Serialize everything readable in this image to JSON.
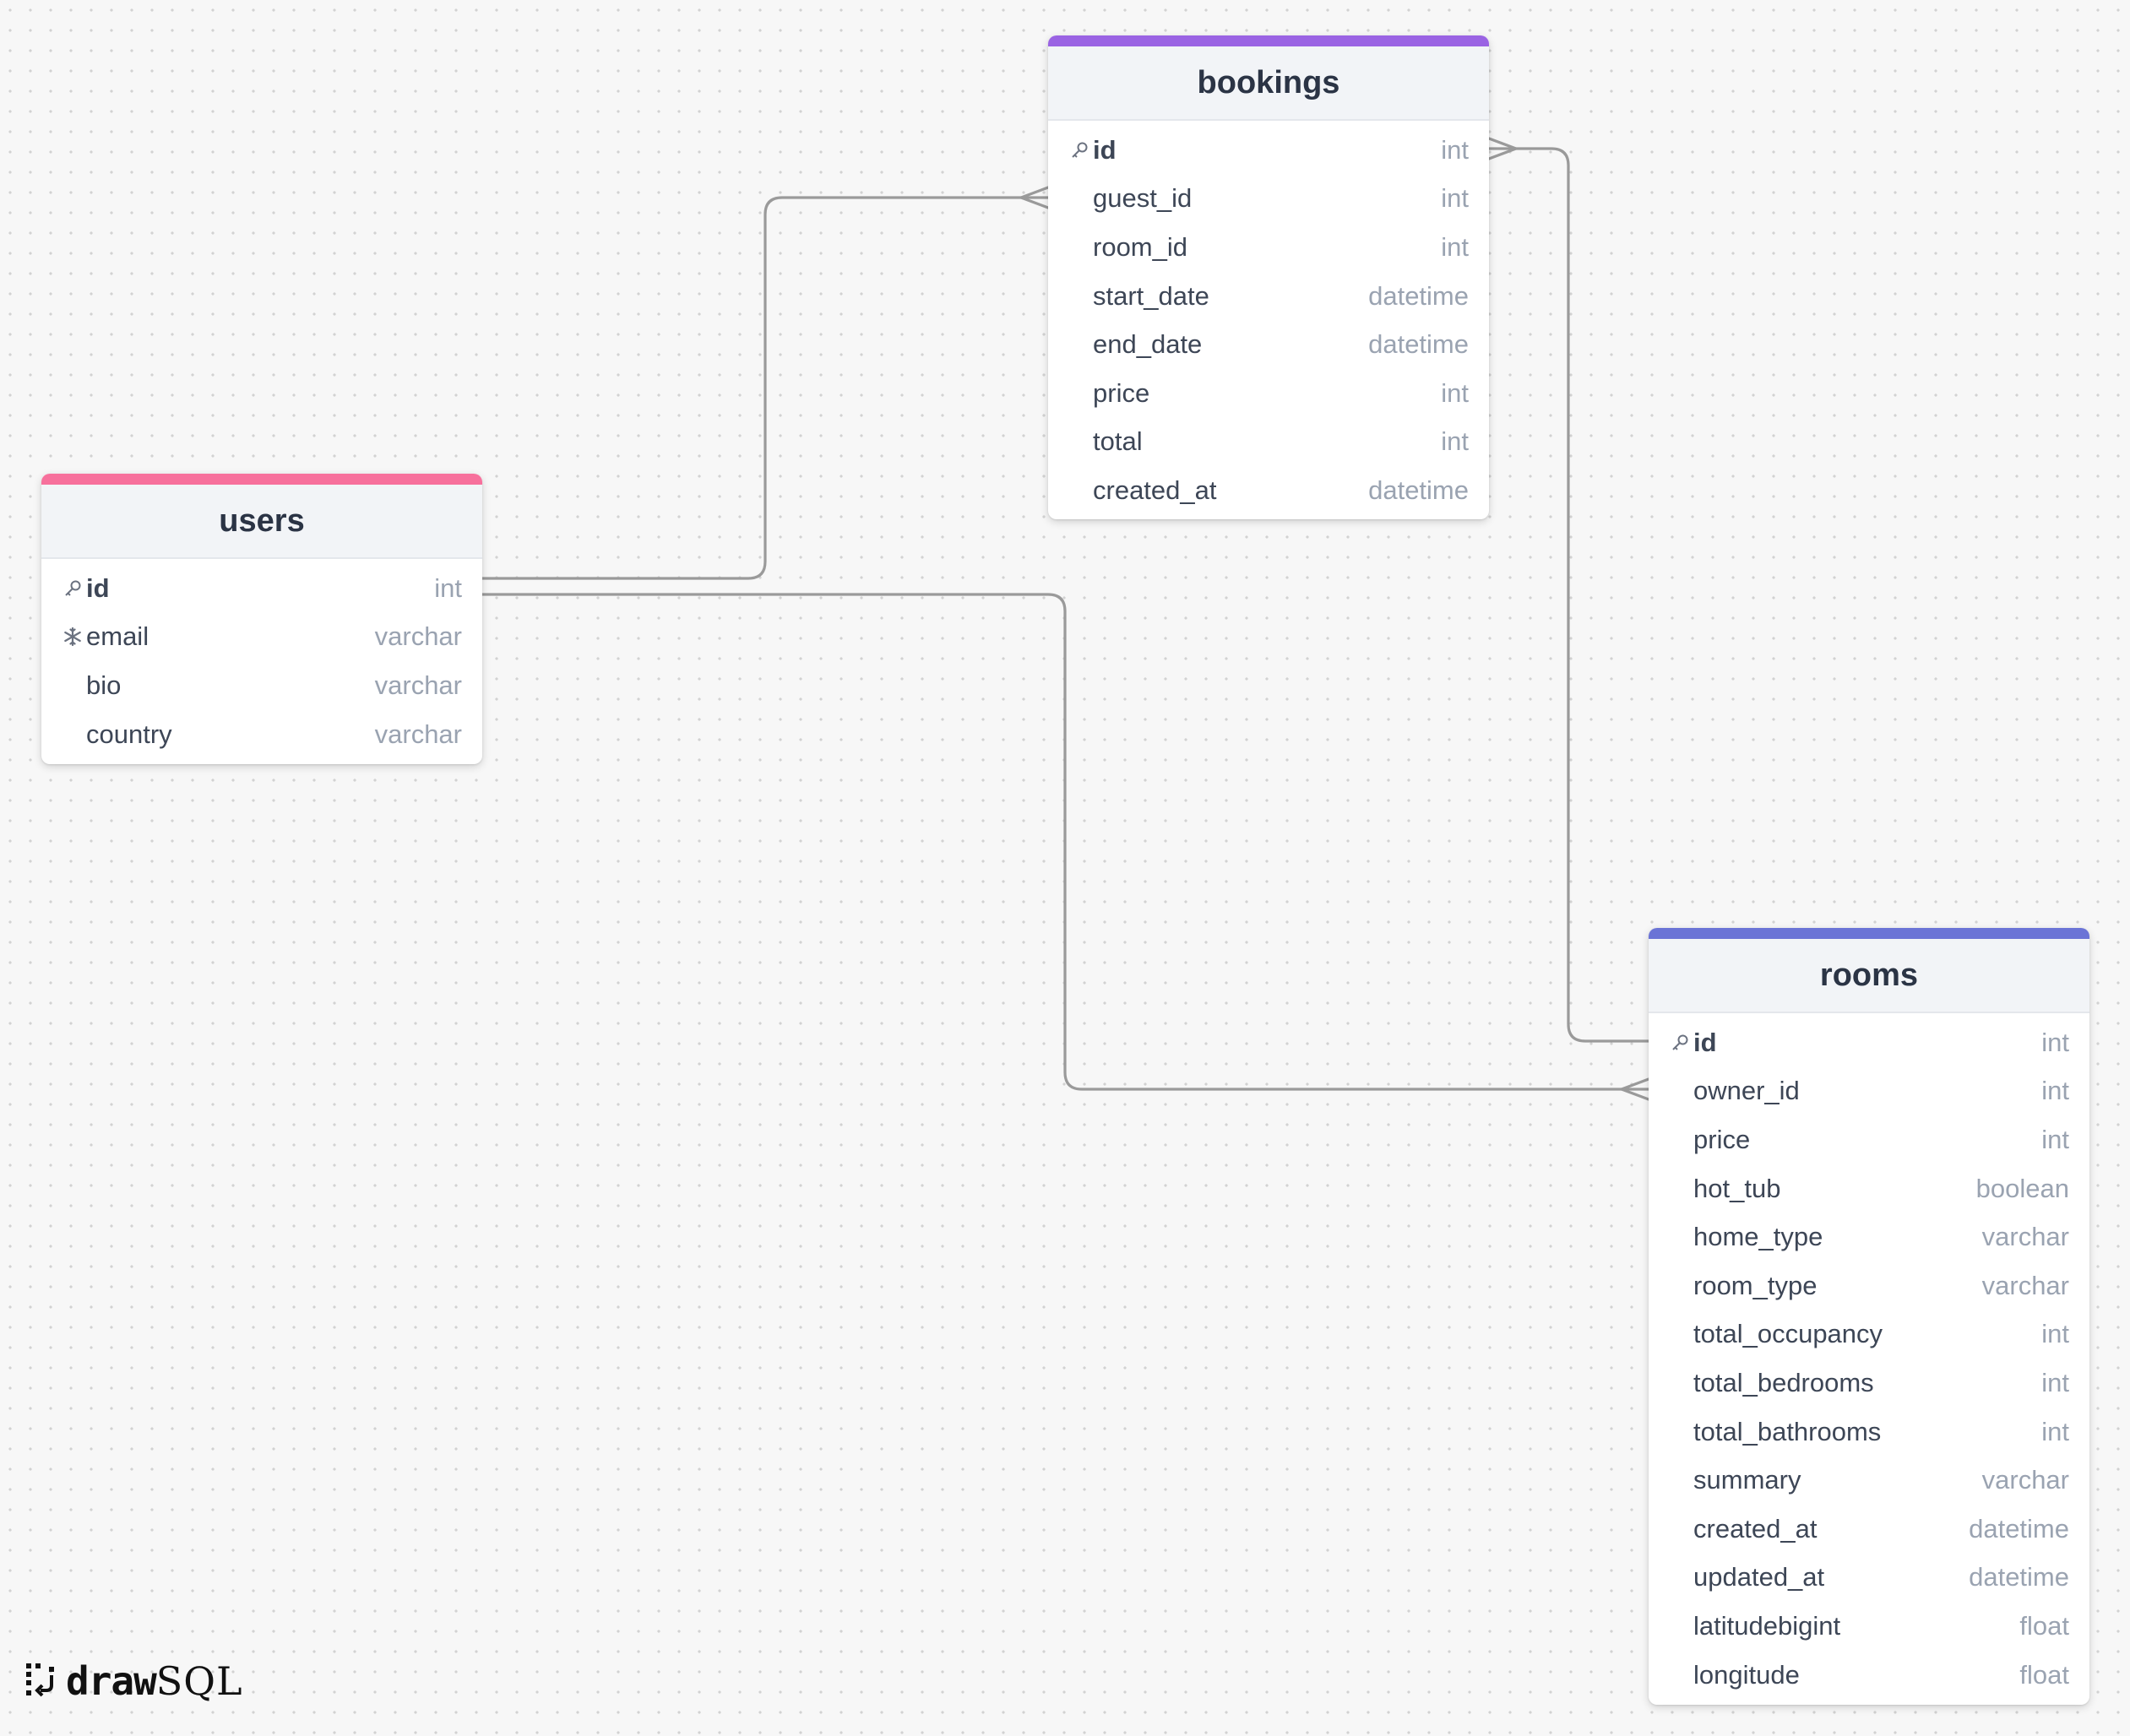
{
  "app": {
    "brand_draw": "draw",
    "brand_sql": "SQL"
  },
  "colors": {
    "users_accent": "#f7709c",
    "bookings_accent": "#9a63e3",
    "rooms_accent": "#6b74d6",
    "connector": "#9a9a9a",
    "canvas_background": "#f7f7f7"
  },
  "tables": {
    "bookings": {
      "name": "bookings",
      "columns": [
        {
          "name": "id",
          "type": "int",
          "icon": "key-icon"
        },
        {
          "name": "guest_id",
          "type": "int",
          "icon": ""
        },
        {
          "name": "room_id",
          "type": "int",
          "icon": ""
        },
        {
          "name": "start_date",
          "type": "datetime",
          "icon": ""
        },
        {
          "name": "end_date",
          "type": "datetime",
          "icon": ""
        },
        {
          "name": "price",
          "type": "int",
          "icon": ""
        },
        {
          "name": "total",
          "type": "int",
          "icon": ""
        },
        {
          "name": "created_at",
          "type": "datetime",
          "icon": ""
        }
      ]
    },
    "users": {
      "name": "users",
      "columns": [
        {
          "name": "id",
          "type": "int",
          "icon": "key-icon"
        },
        {
          "name": "email",
          "type": "varchar",
          "icon": "unique-snowflake-icon"
        },
        {
          "name": "bio",
          "type": "varchar",
          "icon": ""
        },
        {
          "name": "country",
          "type": "varchar",
          "icon": ""
        }
      ]
    },
    "rooms": {
      "name": "rooms",
      "columns": [
        {
          "name": "id",
          "type": "int",
          "icon": "key-icon"
        },
        {
          "name": "owner_id",
          "type": "int",
          "icon": ""
        },
        {
          "name": "price",
          "type": "int",
          "icon": ""
        },
        {
          "name": "hot_tub",
          "type": "boolean",
          "icon": ""
        },
        {
          "name": "home_type",
          "type": "varchar",
          "icon": ""
        },
        {
          "name": "room_type",
          "type": "varchar",
          "icon": ""
        },
        {
          "name": "total_occupancy",
          "type": "int",
          "icon": ""
        },
        {
          "name": "total_bedrooms",
          "type": "int",
          "icon": ""
        },
        {
          "name": "total_bathrooms",
          "type": "int",
          "icon": ""
        },
        {
          "name": "summary",
          "type": "varchar",
          "icon": ""
        },
        {
          "name": "created_at",
          "type": "datetime",
          "icon": ""
        },
        {
          "name": "updated_at",
          "type": "datetime",
          "icon": ""
        },
        {
          "name": "latitudebigint",
          "type": "float",
          "icon": ""
        },
        {
          "name": "longitude",
          "type": "float",
          "icon": ""
        }
      ]
    }
  },
  "relationships": [
    {
      "from_table": "users",
      "from_column": "id",
      "to_table": "bookings",
      "to_column": "guest_id",
      "cardinality": "one-to-many"
    },
    {
      "from_table": "users",
      "from_column": "id",
      "to_table": "rooms",
      "to_column": "owner_id",
      "cardinality": "one-to-many"
    },
    {
      "from_table": "rooms",
      "from_column": "id",
      "to_table": "bookings",
      "to_column": "id",
      "cardinality": "one-to-many"
    }
  ]
}
